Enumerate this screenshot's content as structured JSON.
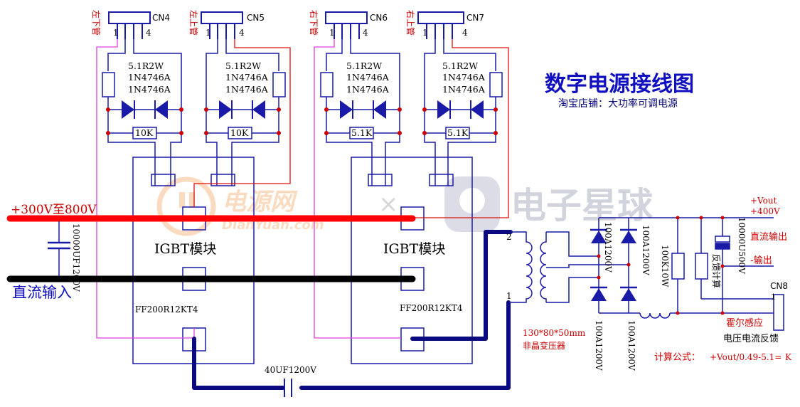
{
  "title": "数字电源接线图",
  "subtitle": "淘宝店铺：大功率可调电源",
  "connectors": [
    {
      "name": "CN4",
      "label": "左下管",
      "pin1": "1",
      "pin4": "4"
    },
    {
      "name": "CN5",
      "label": "左上管",
      "pin1": "1",
      "pin4": "4"
    },
    {
      "name": "CN6",
      "label": "右下管",
      "pin1": "1",
      "pin4": "4"
    },
    {
      "name": "CN7",
      "label": "右上管",
      "pin1": "1",
      "pin4": "4"
    }
  ],
  "gate_parts": {
    "resistor": "5.1R2W",
    "zener_a": "1N4746A",
    "zener_b": "1N4746A",
    "left_bias_resistor": "10K",
    "right_bias_resistor": "5.1K"
  },
  "input": {
    "voltage": "+300V至800V",
    "label": "直流输入",
    "capacitor": "10000UF1200V"
  },
  "modules": [
    {
      "label": "IGBT模块",
      "part": "FF200R12KT4"
    },
    {
      "label": "IGBT模块",
      "part": "FF200R12KT4"
    }
  ],
  "series_capacitor": "40UF1200V",
  "transformer": {
    "size": "130*80*50mm",
    "type": "非晶变压器",
    "pin_top": "2",
    "pin_bottom": "1"
  },
  "rectifier_diodes": [
    "100A1200V",
    "100A1200V",
    "100A1200V",
    "100A1200V"
  ],
  "feedback": {
    "resistor": "100K10W",
    "label": "反馈计算",
    "capacitor": "10000U500V"
  },
  "output": {
    "vout": "+Vout",
    "voltage": "+400V",
    "dc_label": "直流输出",
    "minus_label": "-输出"
  },
  "hall": {
    "connector": "CN8",
    "pin": "1",
    "label": "霍尔感应",
    "caption": "电压电流反馈"
  },
  "formula": {
    "prefix": "计算公式：",
    "expr": "+Vout/0.49-5.1=",
    "unit": "K"
  },
  "watermarks": {
    "left_brand": "电源网",
    "left_url": "DianYuan.com",
    "separator": "×",
    "right_brand": "电子星球"
  },
  "colors": {
    "wire": "#1a1aa8",
    "red_wire": "#e01010",
    "magenta_wire": "#e040e0",
    "dc_bus_positive": "#ff0000",
    "dc_bus_negative": "#000000",
    "power_wire": "#0a0a80",
    "title_blue": "#1010c0",
    "label_red": "#cc0000",
    "node": "#cc0000"
  }
}
